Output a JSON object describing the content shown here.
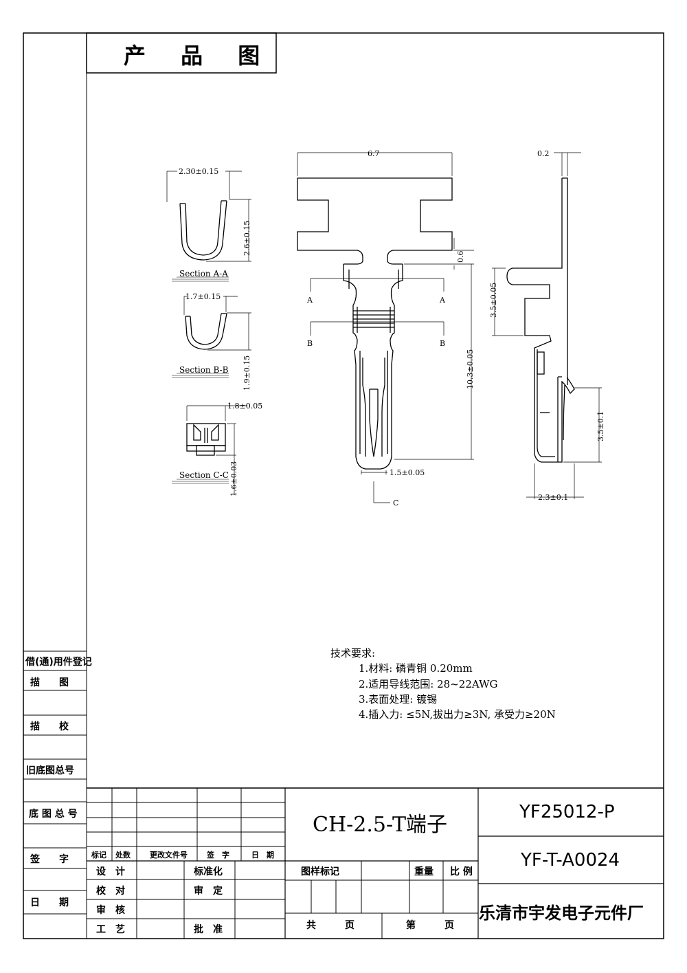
{
  "sheet": {
    "title": "产 品 图"
  },
  "side_panel": {
    "labels": [
      "借(通)用件登记",
      "描　　图",
      "描　　校",
      "旧底图总号",
      "底 图 总 号",
      "签　　字",
      "日　　期"
    ]
  },
  "drawing": {
    "section_aa": {
      "label": "Section A-A",
      "width_dim": "2.30±0.15",
      "height_dim": "2.6±0.15"
    },
    "section_bb": {
      "label": "Section B-B",
      "width_dim": "1.7±0.15",
      "height_dim": "1.9±0.15"
    },
    "section_cc": {
      "label": "Section C-C",
      "width_dim": "1.8±0.05",
      "height_dim": "1.6±0.03"
    },
    "front_view": {
      "top_width_dim": "6.7",
      "neck_dim": "0.6",
      "total_length_dim": "10.3±0.05",
      "tip_width_dim": "1.5±0.05",
      "marker_a": "A",
      "marker_b": "B",
      "marker_c": "C"
    },
    "side_view": {
      "thickness_dim": "0.2",
      "upper_dim": "3.5±0.05",
      "lower_dim": "3.5±0.1",
      "depth_dim": "2.3±0.1"
    }
  },
  "tech_requirements": {
    "heading": "技术要求:",
    "items": [
      "1.材料: 磷青铜 0.20mm",
      "2.适用导线范围: 28~22AWG",
      "3.表面处理: 镀锡",
      "4.插入力: ≤5N,拔出力≥3N, 承受力≥20N"
    ]
  },
  "title_block": {
    "revision_headers": [
      "标记",
      "处数",
      "更改文件号",
      "签　字",
      "日　期"
    ],
    "roles_left": [
      "设　计",
      "校　对",
      "审　核",
      "工　艺"
    ],
    "roles_mid": [
      "标准化",
      "审　定",
      "",
      "批　准"
    ],
    "product_name": "CH-2.5-T端子",
    "marking_label": "图样标记",
    "weight_label": "重量",
    "scale_label": "比 例",
    "total_pages": "共　　　页",
    "page_no": "第　　　页",
    "part_number": "YF25012-P",
    "drawing_number": "YF-T-A0024",
    "company": "乐清市宇发电子元件厂"
  }
}
